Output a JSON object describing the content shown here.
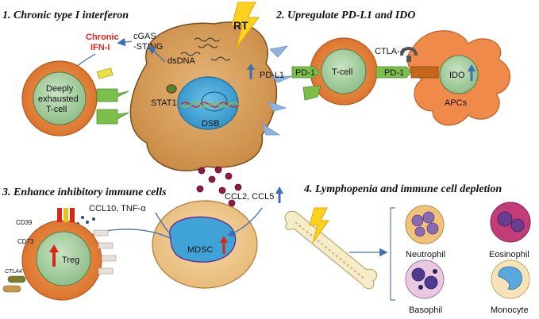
{
  "panels": {
    "p1_title": "1. Chronic type I interferon",
    "p2_title": "2. Upregulate PD-L1 and IDO",
    "p3_title": "3. Enhance inhibitory immune cells",
    "p4_title": "4. Lymphopenia and immune cell depletion"
  },
  "labels": {
    "rt": "RT",
    "chronic": "Chronic",
    "ifn": "IFN-I",
    "cgas": "cGAS",
    "sting": "-STING",
    "dsdna": "dsDNA",
    "stat1": "STAT1",
    "dsb": "DSB",
    "pdl1": "PD-L1",
    "exhausted_1": "Deeply",
    "exhausted_2": "exhausted",
    "exhausted_3": "T-cell",
    "pd1_left": "PD-1",
    "tcell": "T-cell",
    "ctla4": "CTLA-4",
    "pd1_right": "PD-1",
    "ido": "IDO",
    "apcs": "APCs",
    "ccl10": "CCL10, TNF-α",
    "ccl2": "CCL2, CCL5",
    "mdsc": "MDSC",
    "treg": "Treg",
    "cd39": "CD39",
    "cd73": "CD73",
    "ctla4_small": "CTLA4",
    "neutrophil": "Neutrophil",
    "eosinophil": "Eosinophil",
    "basophil": "Basophil",
    "monocyte": "Monocyte"
  },
  "colors": {
    "tumor": "#d9a05b",
    "nucleus": "#4aa8d8",
    "tcell_outer": "#e58a3a",
    "tcell_inner": "#a7cda3",
    "apc": "#f08a4b",
    "arrow_blue": "#3d6fb6",
    "arrow_red": "#d62718",
    "receptor_green": "#7bbf4a",
    "bolt": "#ffd21f"
  }
}
